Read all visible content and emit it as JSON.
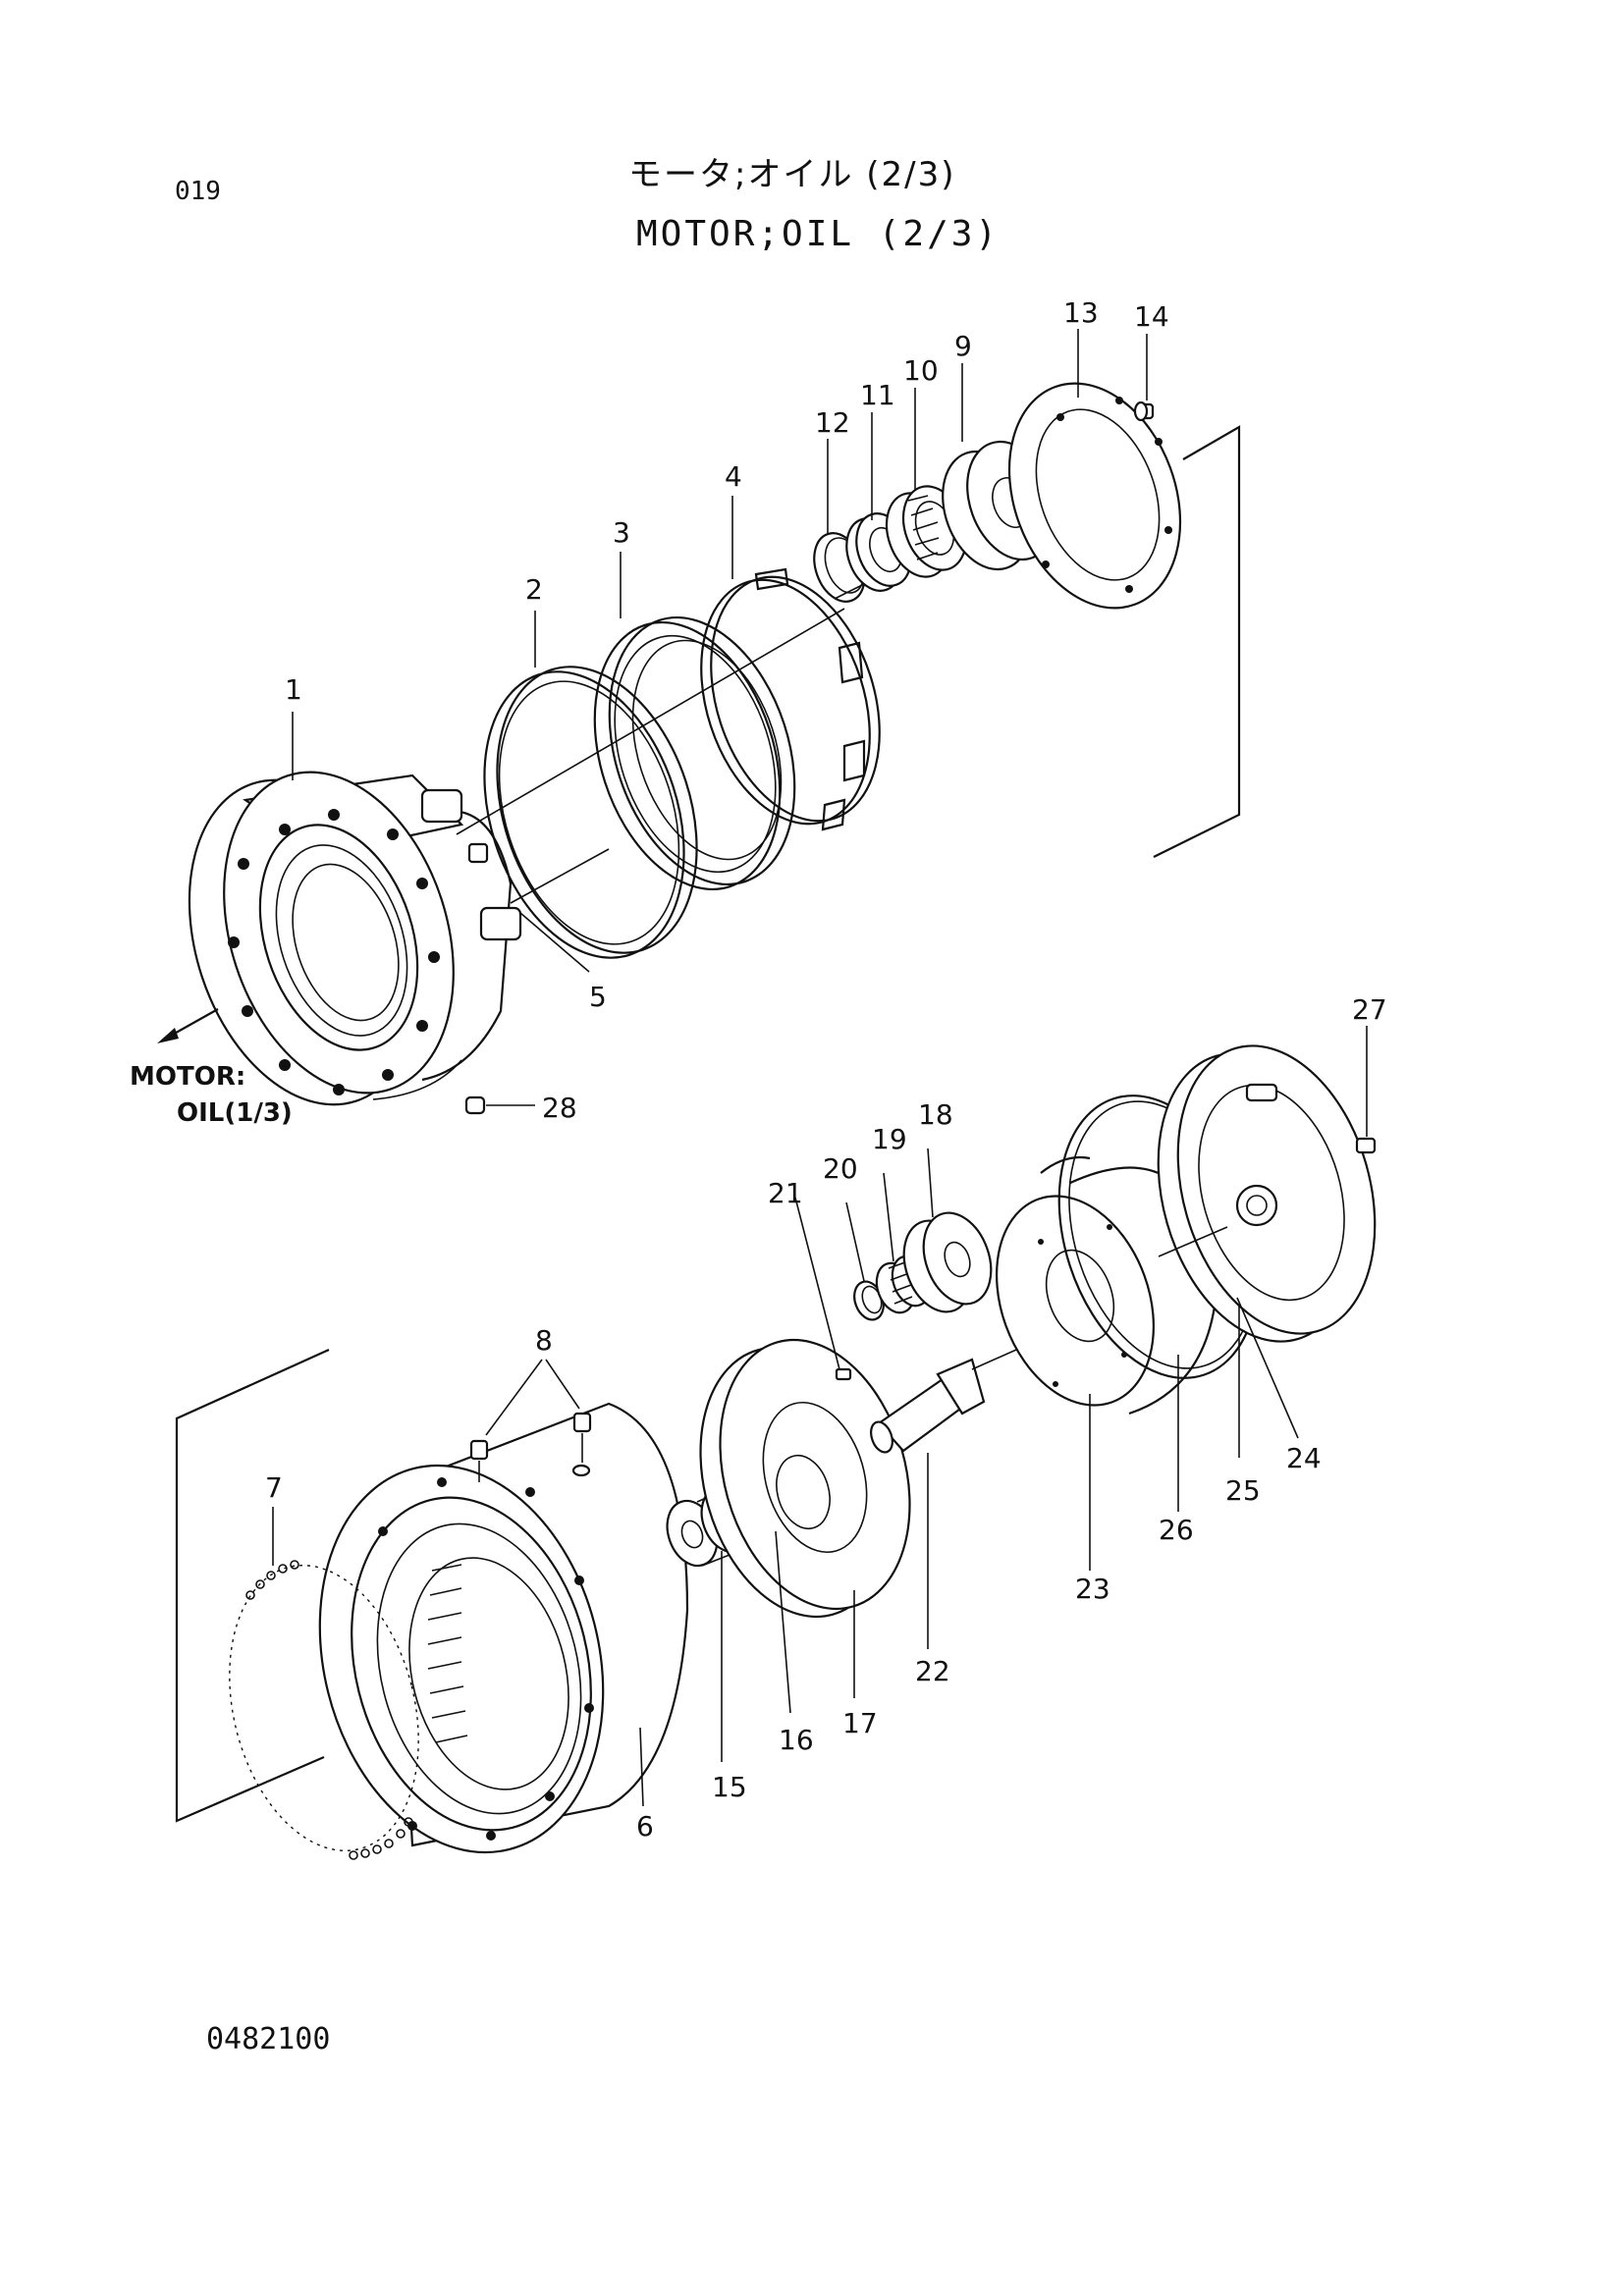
{
  "header": {
    "page_number": "019",
    "title_japanese": "モータ;オイル (2/3)",
    "title_english": "MOTOR;OIL (2/3)"
  },
  "reference": {
    "line1": "MOTOR:",
    "line2": "OIL(1/3)"
  },
  "callouts": {
    "c1": "1",
    "c2": "2",
    "c3": "3",
    "c4": "4",
    "c5": "5",
    "c6": "6",
    "c7": "7",
    "c8": "8",
    "c9": "9",
    "c10": "10",
    "c11": "11",
    "c12": "12",
    "c13": "13",
    "c14": "14",
    "c15": "15",
    "c16": "16",
    "c17": "17",
    "c18": "18",
    "c19": "19",
    "c20": "20",
    "c21": "21",
    "c22": "22",
    "c23": "23",
    "c24": "24",
    "c25": "25",
    "c26": "26",
    "c27": "27",
    "c28": "28"
  },
  "footer": {
    "drawing_number": "0482100"
  }
}
